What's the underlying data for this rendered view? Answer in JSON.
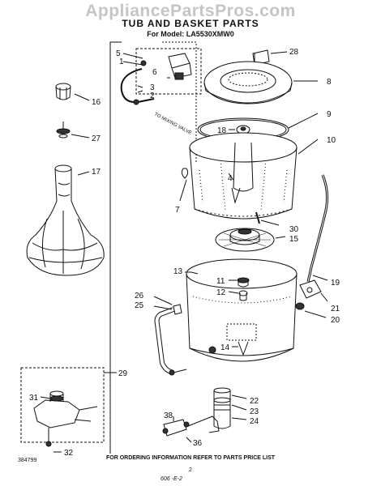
{
  "watermark": "AppliancePartsPros.com",
  "title": "TUB AND BASKET PARTS",
  "model": "For Model: LA5530XMW0",
  "note": "FOR ORDERING INFORMATION REFER TO PARTS PRICE LIST",
  "doc_number": "384799",
  "page_number": "2",
  "code": "606 -E-2",
  "hose_note": "TO MIXING VALVE",
  "callouts": [
    "1",
    "2",
    "3",
    "4",
    "5",
    "6",
    "7",
    "8",
    "9",
    "10",
    "11",
    "12",
    "13",
    "14",
    "15",
    "16",
    "17",
    "18",
    "19",
    "20",
    "21",
    "22",
    "23",
    "24",
    "25",
    "26",
    "27",
    "28",
    "29",
    "30",
    "31",
    "32",
    "36",
    "38"
  ]
}
